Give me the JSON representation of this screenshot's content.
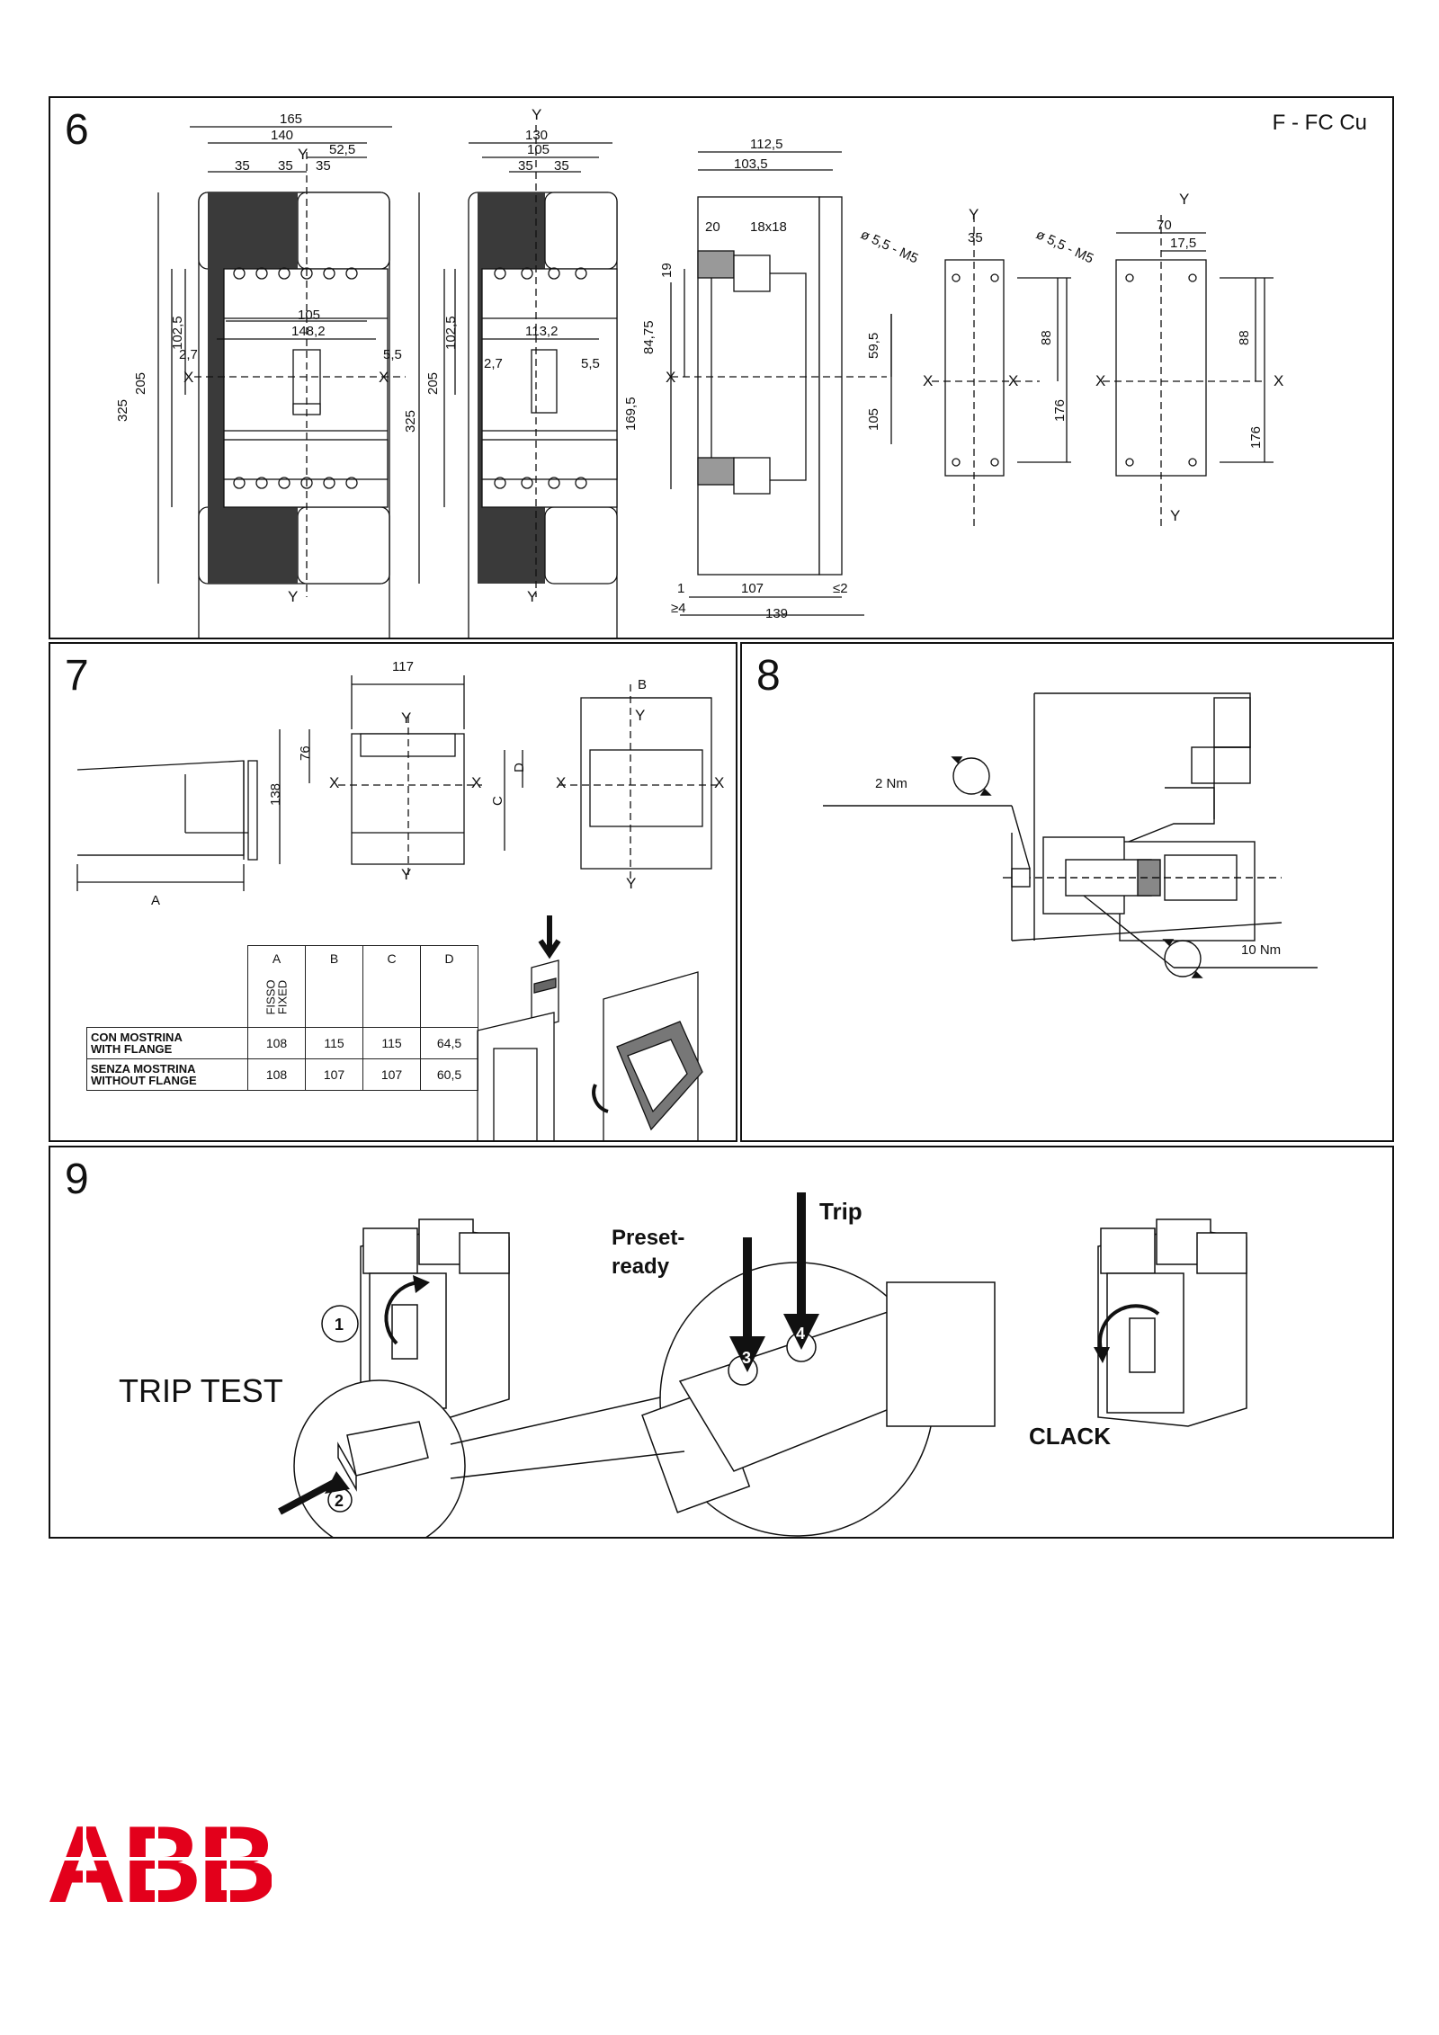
{
  "panel6": {
    "number": "6",
    "variant": "F - FC Cu",
    "view1": {
      "dims": [
        "165",
        "140",
        "52,5",
        "35",
        "35",
        "35",
        "105",
        "148,2",
        "2,7",
        "5,5",
        "102,5",
        "205",
        "325"
      ],
      "axes": [
        "Y",
        "X",
        "X",
        "Y"
      ]
    },
    "view2": {
      "dims": [
        "130",
        "105",
        "35",
        "35",
        "113,2",
        "2,7",
        "5,5",
        "102,5",
        "205",
        "325"
      ],
      "axes": [
        "Y",
        "Y"
      ]
    },
    "view3": {
      "dims": [
        "112,5",
        "103,5",
        "20",
        "18x18",
        "19",
        "84,75",
        "169,5",
        "59,5",
        "105",
        "1",
        "107",
        "≤2",
        "≥4",
        "139"
      ],
      "axes": [
        "X"
      ]
    },
    "view4": {
      "hole": "ø 5,5 - M5",
      "dims": [
        "35",
        "88",
        "176"
      ],
      "axes": [
        "Y",
        "X",
        "X"
      ]
    },
    "view5": {
      "hole": "ø 5,5 - M5",
      "dims": [
        "70",
        "17,5",
        "88",
        "176"
      ],
      "axes": [
        "Y",
        "X",
        "X",
        "Y"
      ]
    }
  },
  "panel7": {
    "number": "7",
    "dims": {
      "w117": "117",
      "h138": "138",
      "h76": "76",
      "a": "A",
      "b": "B",
      "c": "C",
      "d": "D"
    },
    "axes": [
      "Y",
      "X",
      "X",
      "Y",
      "Y",
      "X",
      "X",
      "Y"
    ],
    "table": {
      "headers": [
        "A",
        "B",
        "C",
        "D"
      ],
      "subheader_a": [
        "FISSO",
        "FIXED"
      ],
      "rows": [
        {
          "label1": "CON MOSTRINA",
          "label2": "WITH FLANGE",
          "values": [
            "108",
            "115",
            "115",
            "64,5"
          ]
        },
        {
          "label1": "SENZA MOSTRINA",
          "label2": "WITHOUT  FLANGE",
          "values": [
            "108",
            "107",
            "107",
            "60,5"
          ]
        }
      ]
    }
  },
  "panel8": {
    "number": "8",
    "torque1": "2 Nm",
    "torque2": "10 Nm"
  },
  "panel9": {
    "number": "9",
    "title": "TRIP TEST",
    "trip": "Trip",
    "preset1": "Preset-",
    "preset2": "ready",
    "clack": "CLACK",
    "steps": [
      "1",
      "2",
      "3",
      "4"
    ]
  },
  "brand": {
    "logo": "ABB",
    "color": "#e3001b"
  }
}
